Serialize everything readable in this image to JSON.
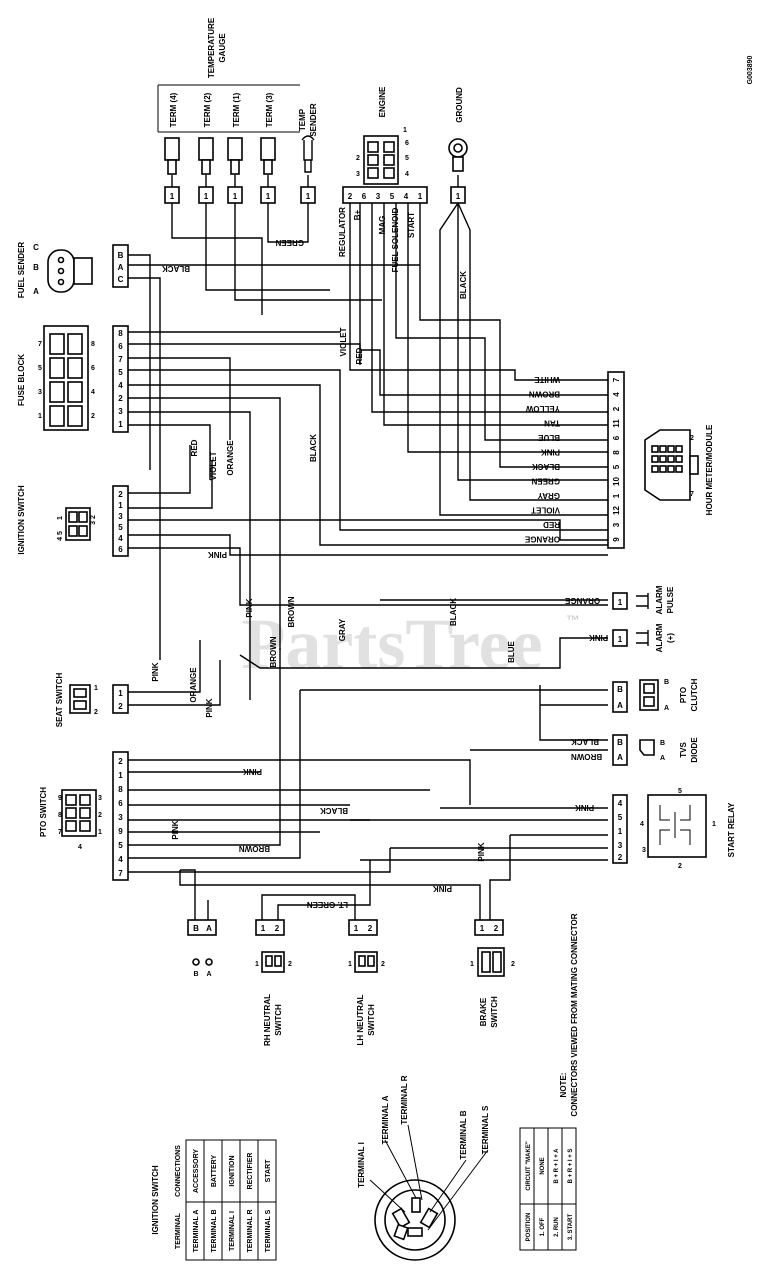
{
  "diagram_code": "G003890",
  "watermark": "PartsTree",
  "watermark_tm": "™",
  "temp_gauge": {
    "title_line1": "TEMPERATURE",
    "title_line2": "GAUGE",
    "terms": [
      "TERM (4)",
      "TERM (2)",
      "TERM (1)",
      "TERM (3)"
    ],
    "pin": "1"
  },
  "temp_sender": {
    "title_line1": "TEMP",
    "title_line2": "SENDER",
    "pin": "1"
  },
  "engine": {
    "title": "ENGINE",
    "pins": [
      "2",
      "6",
      "3",
      "5",
      "4",
      "1"
    ],
    "wires": [
      "REGULATOR",
      "B+",
      "MAG",
      "FUEL SOLENOID",
      "START"
    ],
    "pinmap": [
      "1",
      "2",
      "3",
      "4",
      "5",
      "6"
    ]
  },
  "ground": {
    "title": "GROUND",
    "pin": "1"
  },
  "fuel_sender": {
    "title": "FUEL SENDER",
    "pins": [
      "C",
      "A",
      "B"
    ],
    "pin_labels": [
      "A",
      "B",
      "C"
    ]
  },
  "fuse_block": {
    "title": "FUSE BLOCK",
    "pins": [
      "8",
      "6",
      "7",
      "5",
      "4",
      "2",
      "3",
      "1"
    ],
    "nums_top": [
      "1",
      "3",
      "5",
      "7"
    ],
    "nums_bot": [
      "2",
      "4",
      "6",
      "8"
    ]
  },
  "ignition_switch_conn": {
    "title": "IGNITION SWITCH",
    "pins": [
      "2",
      "1",
      "3",
      "5",
      "4",
      "6"
    ],
    "pin_labels": [
      "4 5",
      "1",
      "3 2"
    ]
  },
  "hour_meter": {
    "title": "HOUR METER/MODULE",
    "pins": [
      "7",
      "4",
      "2",
      "11",
      "6",
      "8",
      "5",
      "10",
      "1",
      "12",
      "3",
      "9"
    ],
    "colors": [
      "WHITE",
      "BROWN",
      "YELLOW",
      "TAN",
      "BLUE",
      "PINK",
      "BLACK",
      "GREEN",
      "GRAY",
      "VIOLET",
      "RED",
      "ORANGE"
    ],
    "corner_pins": [
      "2",
      "7"
    ]
  },
  "alarm_pulse": {
    "title_line1": "ALARM",
    "title_line2": "PULSE",
    "wire": "ORANGE",
    "pin": "1"
  },
  "alarm_plus": {
    "title_line1": "ALARM",
    "title_line2": "(+)",
    "wire": "PINK",
    "pin": "1"
  },
  "pto_clutch": {
    "title_line1": "PTO",
    "title_line2": "CLUTCH",
    "pins": [
      "A",
      "B"
    ]
  },
  "tvs_diode": {
    "title_line1": "TVS",
    "title_line2": "DIODE",
    "pins": [
      "A",
      "B"
    ],
    "wires": [
      "BLACK",
      "BROWN"
    ]
  },
  "start_relay": {
    "title": "START RELAY",
    "pins": [
      "4",
      "5",
      "1",
      "3",
      "2"
    ],
    "wire": "PINK",
    "nums": [
      "5",
      "1",
      "4",
      "2",
      "3"
    ]
  },
  "seat_switch": {
    "title": "SEAT SWITCH",
    "pins": [
      "1",
      "2"
    ],
    "pin_labels": [
      "1",
      "2"
    ]
  },
  "pto_switch": {
    "title": "PTO SWITCH",
    "pins": [
      "2",
      "1",
      "8",
      "6",
      "3",
      "9",
      "5",
      "4",
      "7"
    ],
    "grid_top": [
      "7",
      "8",
      "9"
    ],
    "grid_bot": [
      "1",
      "2",
      "3"
    ],
    "side": "4"
  },
  "conn_ba": {
    "pins": [
      "B",
      "A"
    ],
    "labels": [
      "B",
      "A"
    ]
  },
  "rh_neutral": {
    "title_line1": "RH NEUTRAL",
    "title_line2": "SWITCH",
    "pins": [
      "1",
      "2"
    ]
  },
  "lh_neutral": {
    "title_line1": "LH NEUTRAL",
    "title_line2": "SWITCH",
    "pins": [
      "1",
      "2"
    ]
  },
  "brake_switch": {
    "title_line1": "BRAKE",
    "title_line2": "SWITCH",
    "pins": [
      "1",
      "2"
    ]
  },
  "wire_labels": {
    "black": "BLACK",
    "green": "GREEN",
    "violet": "VIOLET",
    "red": "RED",
    "orange": "ORANGE",
    "pink": "PINK",
    "brown": "BROWN",
    "gray": "GRAY",
    "blue": "BLUE",
    "lt_green": "LT. GREEN"
  },
  "note": {
    "line1": "NOTE:",
    "line2": "CONNECTORS VIEWED FROM MATING CONNECTOR"
  },
  "ignition_table": {
    "title": "IGNITION SWITCH",
    "headers": [
      "TERMINAL",
      "CONNECTIONS"
    ],
    "rows": [
      [
        "TERMINAL A",
        "ACCESSORY"
      ],
      [
        "TERMINAL B",
        "BATTERY"
      ],
      [
        "TERMINAL I",
        "IGNITION"
      ],
      [
        "TERMINAL R",
        "RECTIFIER"
      ],
      [
        "TERMINAL S",
        "START"
      ]
    ]
  },
  "switch_face": {
    "labels": [
      "TERMINAL I",
      "TERMINAL A",
      "TERMINAL R",
      "TERMINAL B",
      "TERMINAL S"
    ]
  },
  "position_table": {
    "headers": [
      "POSITION",
      "CIRCUIT \"MAKE\""
    ],
    "rows": [
      [
        "1. OFF",
        "NONE"
      ],
      [
        "2. RUN",
        "B + R + I + A"
      ],
      [
        "3. START",
        "B + R + I + S"
      ]
    ]
  }
}
